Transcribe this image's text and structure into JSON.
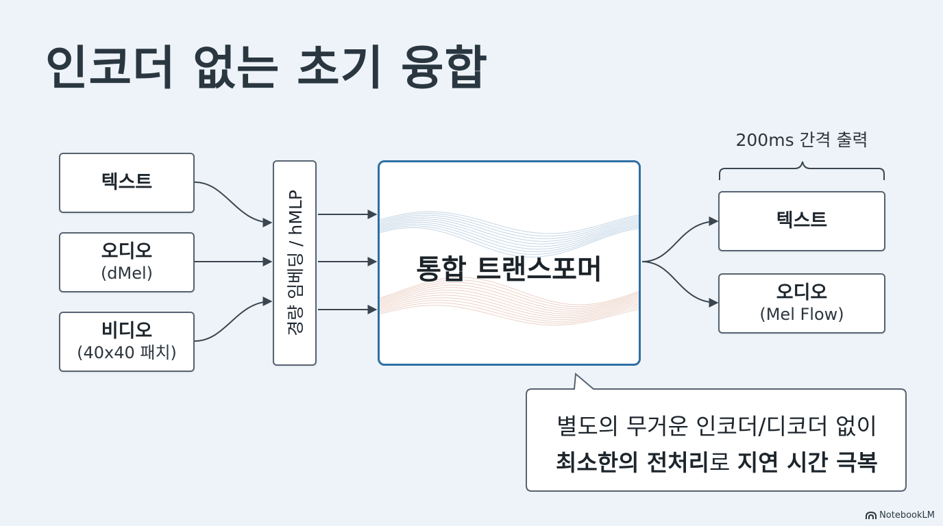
{
  "title": "인코더 없는 초기 융합",
  "inputs": [
    {
      "label": "텍스트",
      "sub": ""
    },
    {
      "label": "오디오",
      "sub": "(dMel)"
    },
    {
      "label": "비디오",
      "sub": "(40x40 패치)"
    }
  ],
  "embedding_label": "경량 임베딩 / hMLP",
  "transformer_label": "통합 트랜스포머",
  "output_interval": "200ms 간격 출력",
  "outputs": [
    {
      "label": "텍스트",
      "sub": ""
    },
    {
      "label": "오디오",
      "sub": "(Mel Flow)"
    }
  ],
  "callout": {
    "line1": "별도의 무거운 인코더/디코더 없이",
    "line2_bold_a": "최소한의 전처리",
    "line2_normal": "로 ",
    "line2_bold_b": "지연 시간 극복"
  },
  "footer": "NotebookLM",
  "colors": {
    "background": "#edf3f8",
    "box_border": "#566270",
    "transformer_border": "#2d6fa3",
    "wave_blue": "#8fb3cf",
    "wave_orange": "#d9a48c"
  }
}
